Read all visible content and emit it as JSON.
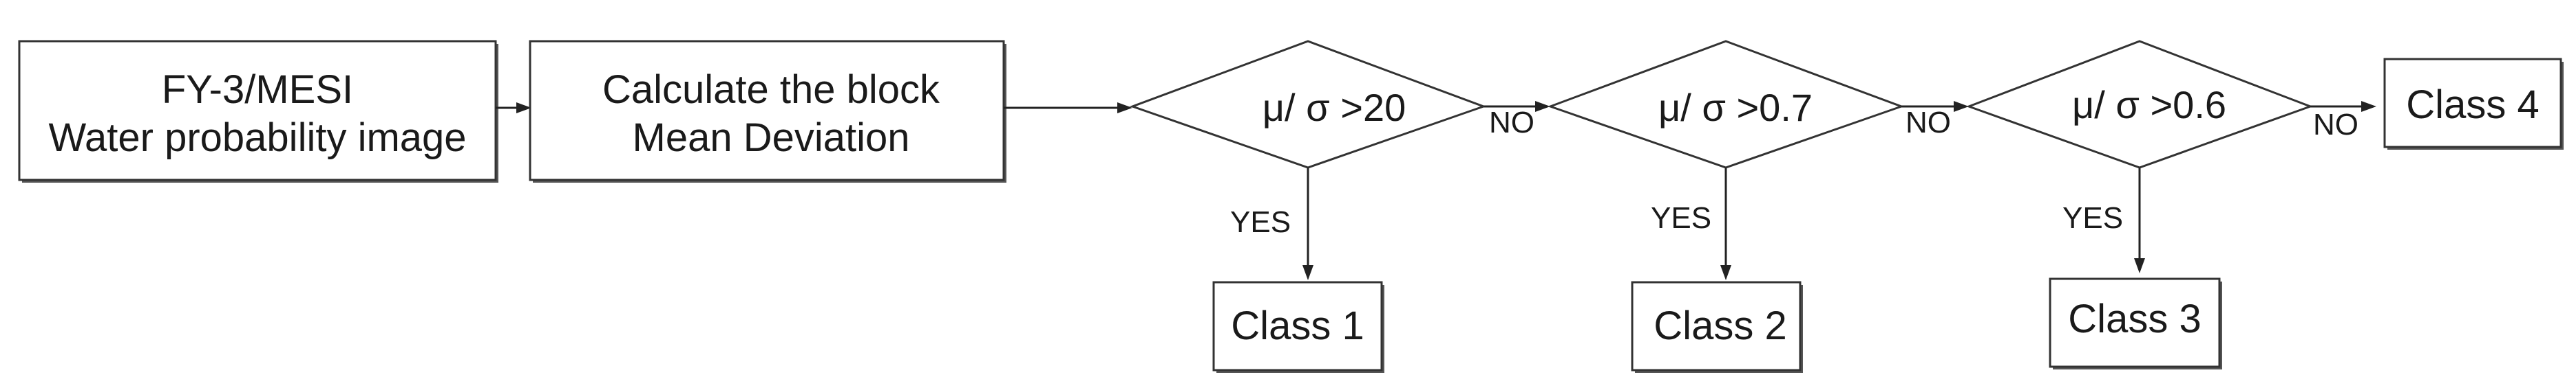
{
  "diagram": {
    "input_box": {
      "line1": "FY-3/MESI",
      "line2": "Water probability image"
    },
    "calc_box": {
      "line1": "Calculate the block",
      "line2": "Mean Deviation"
    },
    "decisions": [
      {
        "label": "μ/ σ >20"
      },
      {
        "label": "μ/ σ >0.7"
      },
      {
        "label": "μ/ σ >0.6"
      }
    ],
    "classes": [
      "Class 1",
      "Class 2",
      "Class 3",
      "Class 4"
    ],
    "edge_labels": {
      "no": "NO",
      "yes": "YES"
    }
  }
}
